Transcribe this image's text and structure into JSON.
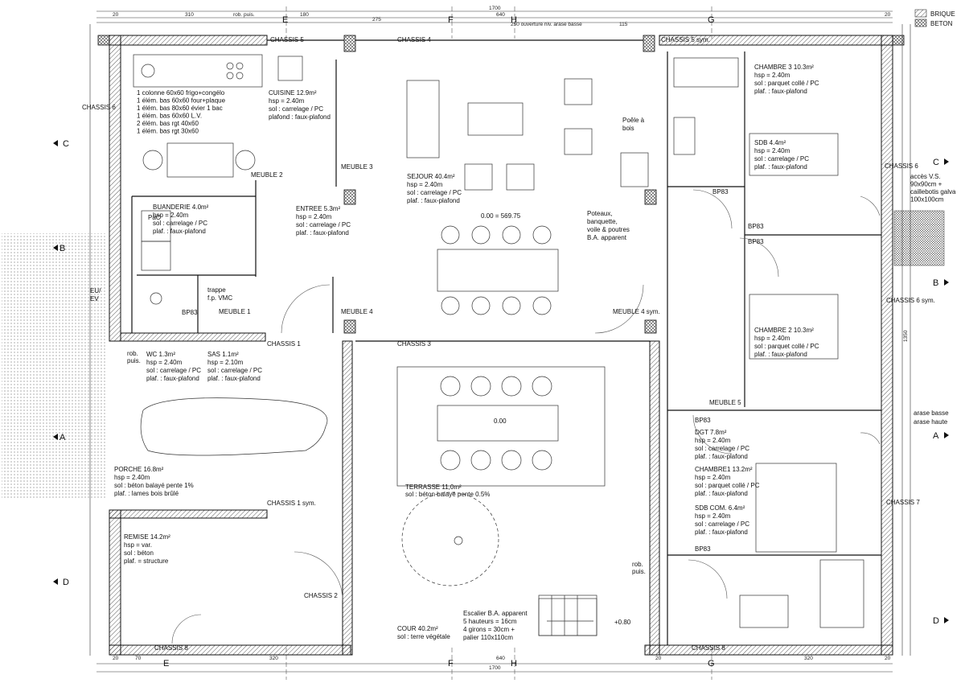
{
  "legend": {
    "brique": "BRIQUE",
    "beton": "BETON"
  },
  "overall": {
    "width_top": "1700",
    "width_bottom": "1700",
    "height_right": "1350"
  },
  "top_dims": [
    "20",
    "310",
    "rob. puis.",
    "180",
    "275",
    "640",
    "250 ouverture niv. arase basse",
    "115",
    "20"
  ],
  "bottom_dims": [
    "20",
    "70",
    "320",
    "640",
    "20",
    "320",
    "20"
  ],
  "axes": {
    "E": "E",
    "F": "F",
    "H": "H",
    "G": "G",
    "A": "A",
    "B": "B",
    "C": "C",
    "D": "D"
  },
  "chassis": {
    "c5": "CHASSIS 5",
    "c4": "CHASSIS 4",
    "c5s": "CHASSIS 5 sym.",
    "c6l": "CHASSIS 6",
    "c6r": "CHASSIS 6",
    "c6s": "CHASSIS 6 sym.",
    "c1": "CHASSIS 1",
    "c3": "CHASSIS 3",
    "c1s": "CHASSIS 1 sym.",
    "c2": "CHASSIS 2",
    "c8l": "CHASSIS 8",
    "c8r": "CHASSIS 8",
    "c7": "CHASSIS 7"
  },
  "rooms": [
    {
      "id": "kitchen-list",
      "lines": [
        "1 colonne 60x60 frigo+congélo",
        "1 élém. bas 60x60 four+plaque",
        "1 élém. bas 80x60 évier 1 bac",
        "1 élém. bas 60x60 L.V.",
        "2 élém. bas rgt 40x60",
        "1 élém. bas rgt 30x60"
      ]
    },
    {
      "id": "cuisine",
      "lines": [
        "CUISINE 12.9m²",
        "hsp = 2.40m",
        "sol : carrelage / PC",
        "plafond : faux-plafond"
      ]
    },
    {
      "id": "sejour",
      "lines": [
        "SEJOUR 40.4m²",
        "hsp = 2.40m",
        "sol : carrelage / PC",
        "plaf. : faux-plafond"
      ]
    },
    {
      "id": "buanderie",
      "lines": [
        "BUANDERIE 4.0m²",
        "hsp = 2.40m",
        "sol : carrelage / PC",
        "plaf. : faux-plafond"
      ]
    },
    {
      "id": "entree",
      "lines": [
        "ENTREE 5.3m²",
        "hsp = 2.40m",
        "sol : carrelage / PC",
        "plaf. : faux-plafond"
      ]
    },
    {
      "id": "wc",
      "lines": [
        "WC 1.3m²",
        "hsp = 2.40m",
        "sol : carrelage / PC",
        "plaf. : faux-plafond"
      ]
    },
    {
      "id": "sas",
      "lines": [
        "SAS 1.1m²",
        "hsp = 2.10m",
        "sol : carrelage / PC",
        "plaf. : faux-plafond"
      ]
    },
    {
      "id": "porche",
      "lines": [
        "PORCHE 16.8m²",
        "hsp = 2.40m",
        "sol : béton balayé pente 1%",
        "plaf. : lames bois brûlé"
      ]
    },
    {
      "id": "remise",
      "lines": [
        "REMISE 14.2m²",
        "hsp = var.",
        "sol : béton",
        "plaf. = structure"
      ]
    },
    {
      "id": "terrasse",
      "lines": [
        "TERRASSE 11,0m²",
        "sol : béton balayé pente 0.5%"
      ]
    },
    {
      "id": "cour",
      "lines": [
        "COUR 40.2m²",
        "sol : terre végétale"
      ]
    },
    {
      "id": "escalier",
      "lines": [
        "Escalier B.A. apparent",
        "5 hauteurs = 16cm",
        "4 girons = 30cm +",
        "palier 110x110cm"
      ]
    },
    {
      "id": "chambre3",
      "lines": [
        "CHAMBRE 3 10.3m²",
        "hsp = 2.40m",
        "sol : parquet collé / PC",
        "plaf. : faux-plafond"
      ]
    },
    {
      "id": "sdb",
      "lines": [
        "SDB 4.4m²",
        "hsp = 2.40m",
        "sol : carrelage / PC",
        "plaf. : faux-plafond"
      ]
    },
    {
      "id": "chambre2",
      "lines": [
        "CHAMBRE 2 10.3m²",
        "hsp = 2.40m",
        "sol : parquet collé / PC",
        "plaf. : faux-plafond"
      ]
    },
    {
      "id": "dgt",
      "lines": [
        "DGT 7.8m²",
        "hsp = 2.40m",
        "sol : carrelage / PC",
        "plaf. : faux-plafond"
      ]
    },
    {
      "id": "chambre1",
      "lines": [
        "CHAMBRE1 13.2m²",
        "hsp = 2.40m",
        "sol : parquet collé / PC",
        "plaf. : faux-plafond"
      ]
    },
    {
      "id": "sdbcom",
      "lines": [
        "SDB COM. 6.4m²",
        "hsp = 2.40m",
        "sol : carrelage / PC",
        "plaf. : faux-plafond"
      ]
    },
    {
      "id": "poteaux",
      "lines": [
        "Poteaux,",
        "banquette,",
        "voile & poutres",
        "B.A. apparent"
      ]
    },
    {
      "id": "acces",
      "lines": [
        "accès V.S.",
        "90x90cm +",
        "caillebotis galva",
        "100x100cm"
      ]
    }
  ],
  "misc": {
    "meuble1": "MEUBLE 1",
    "meuble2": "MEUBLE 2",
    "meuble3": "MEUBLE 3",
    "meuble4": "MEUBLE 4",
    "meuble4s": "MEUBLE 4 sym.",
    "meuble5": "MEUBLE 5",
    "pac": "PàC",
    "bp83": "BP83",
    "trappe": "trappe",
    "fpvmc": "f.p. VMC",
    "euev": "EU/",
    "euev2": "EV",
    "robpuis": "rob.",
    "robpuis2": "puis.",
    "poele": "Poêle à",
    "poele2": "bois",
    "level1": "0.00 = 569.75",
    "level2": "0.00",
    "level3": "+0.80",
    "arasebasse": "arase basse",
    "arasehaute": "arase haute"
  }
}
